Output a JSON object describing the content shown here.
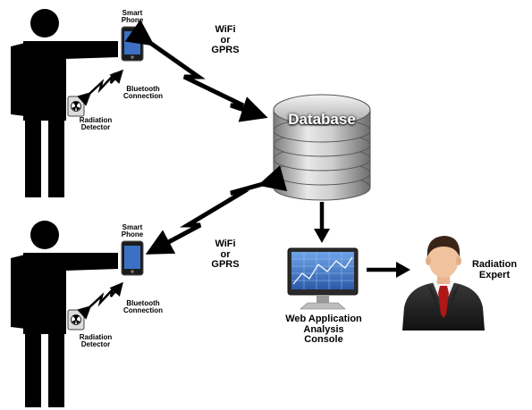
{
  "labels": {
    "smartphone_top": "Smart\nPhone",
    "bluetooth_top": "Bluetooth\nConnection",
    "detector_top": "Radiation\nDetector",
    "wifi_top": "WiFi\nor\nGPRS",
    "database": "Database",
    "smartphone_bottom": "Smart\nPhone",
    "bluetooth_bottom": "Bluetooth\nConnection",
    "detector_bottom": "Radiation\nDetector",
    "wifi_bottom": "WiFi\nor\nGPRS",
    "web_app": "Web Application\nAnalysis\nConsole",
    "expert": "Radiation\nExpert"
  },
  "icons": {
    "person": "person-icon",
    "phone": "smartphone-icon",
    "detector": "radiation-detector-icon",
    "database": "database-icon",
    "monitor": "monitor-icon",
    "expert": "expert-icon"
  },
  "colors": {
    "figure": "#000000",
    "db_base": "#9a9a9a",
    "screen": "#3b6fc2",
    "tie": "#b01818"
  }
}
